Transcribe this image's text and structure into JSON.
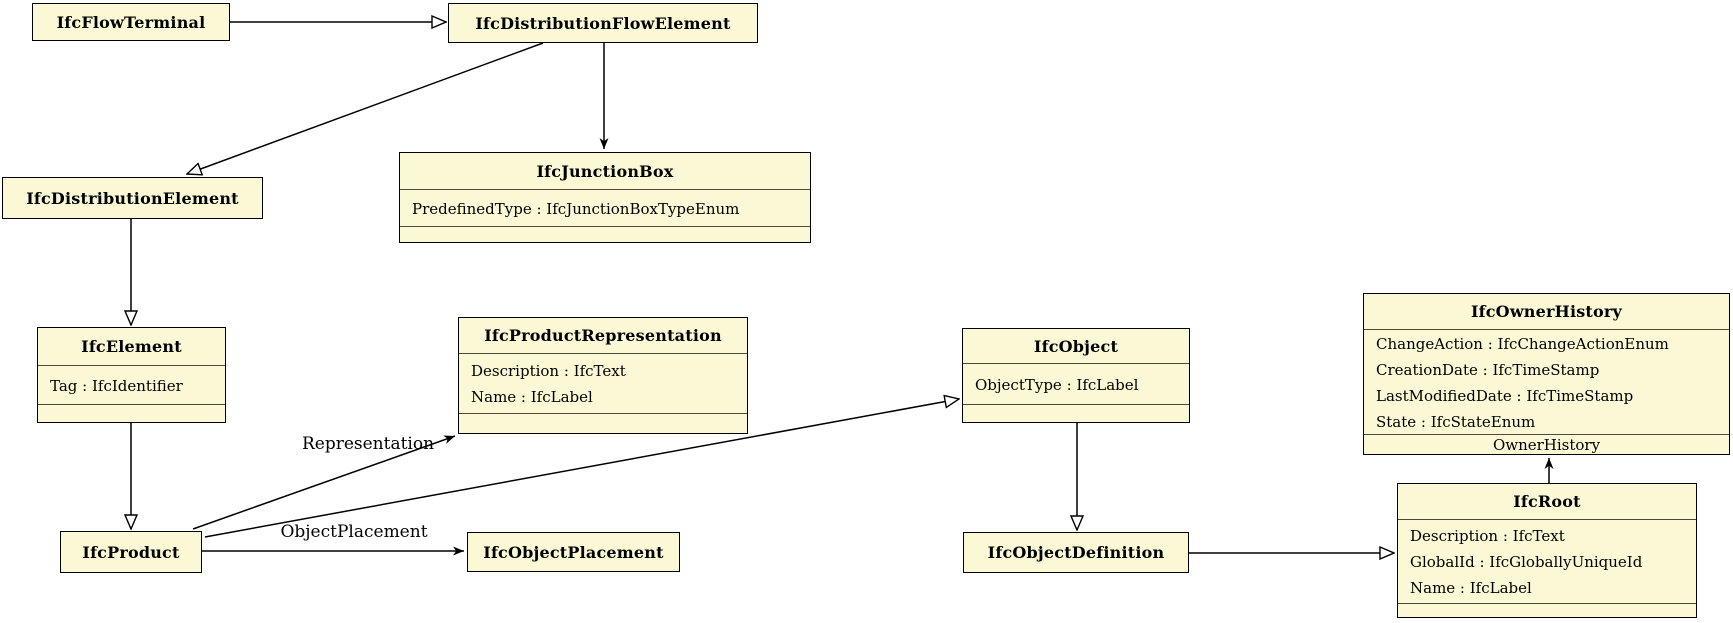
{
  "diagram": {
    "kind": "uml-class-diagram",
    "colors": {
      "node_fill": "#fbf8d5",
      "node_border": "#000000",
      "separator": "#4a4a38",
      "edge_line": "#000000",
      "background": "#ffffff"
    }
  },
  "nodes": {
    "ifcflowterminal": {
      "title": "IfcFlowTerminal"
    },
    "ifcdistributionflowelement": {
      "title": "IfcDistributionFlowElement"
    },
    "ifcdistributionelement": {
      "title": "IfcDistributionElement"
    },
    "ifcjunctionbox": {
      "title": "IfcJunctionBox",
      "attrs": [
        "PredefinedType : IfcJunctionBoxTypeEnum"
      ]
    },
    "ifcelement": {
      "title": "IfcElement",
      "attrs": [
        "Tag : IfcIdentifier"
      ]
    },
    "ifcproductrepresentation": {
      "title": "IfcProductRepresentation",
      "attrs": [
        "Description : IfcText",
        "Name : IfcLabel"
      ]
    },
    "ifcproduct": {
      "title": "IfcProduct"
    },
    "ifcobjectplacement": {
      "title": "IfcObjectPlacement"
    },
    "ifcobject": {
      "title": "IfcObject",
      "attrs": [
        "ObjectType : IfcLabel"
      ]
    },
    "ifcobjectdefinition": {
      "title": "IfcObjectDefinition"
    },
    "ifcroot": {
      "title": "IfcRoot",
      "attrs": [
        "Description : IfcText",
        "GlobalId : IfcGloballyUniqueId",
        "Name : IfcLabel"
      ]
    },
    "ifcownerhistory": {
      "title": "IfcOwnerHistory",
      "attrs": [
        "ChangeAction : IfcChangeActionEnum",
        "CreationDate : IfcTimeStamp",
        "LastModifiedDate : IfcTimeStamp",
        "State : IfcStateEnum"
      ],
      "footer_label": "OwnerHistory"
    }
  },
  "edge_labels": {
    "representation": "Representation",
    "object_placement": "ObjectPlacement"
  }
}
